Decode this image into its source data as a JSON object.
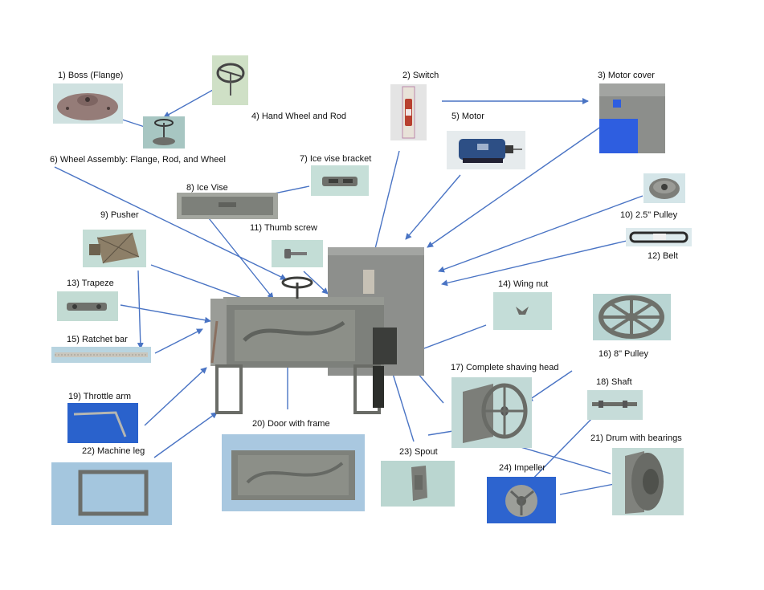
{
  "labels": {
    "boss": "1) Boss (Flange)",
    "switch": "2) Switch",
    "motor_cover": "3) Motor cover",
    "hand_wheel": "4) Hand Wheel and Rod",
    "motor": "5) Motor",
    "wheel_assembly": "6) Wheel Assembly:  Flange, Rod, and Wheel",
    "ice_vise_bracket": "7) Ice vise bracket",
    "ice_vise": "8) Ice Vise",
    "pusher": "9) Pusher",
    "pulley_25": "10)  2.5\" Pulley",
    "thumb_screw": "11) Thumb screw",
    "belt": "12) Belt",
    "trapeze": "13) Trapeze",
    "wing_nut": "14) Wing nut",
    "ratchet_bar": "15) Ratchet bar",
    "pulley_8": "16) 8\" Pulley",
    "shaving_head": "17) Complete shaving head",
    "shaft": "18) Shaft",
    "throttle_arm": "19) Throttle arm",
    "door": "20) Door with frame",
    "drum": "21) Drum with bearings",
    "machine_leg": "22) Machine leg",
    "spout": "23) Spout",
    "impeller": "24) Impeller"
  },
  "colors": {
    "arrow": "#4a74c4",
    "photo_bg": "#b9dcd8",
    "metal": "#7b7d78"
  }
}
